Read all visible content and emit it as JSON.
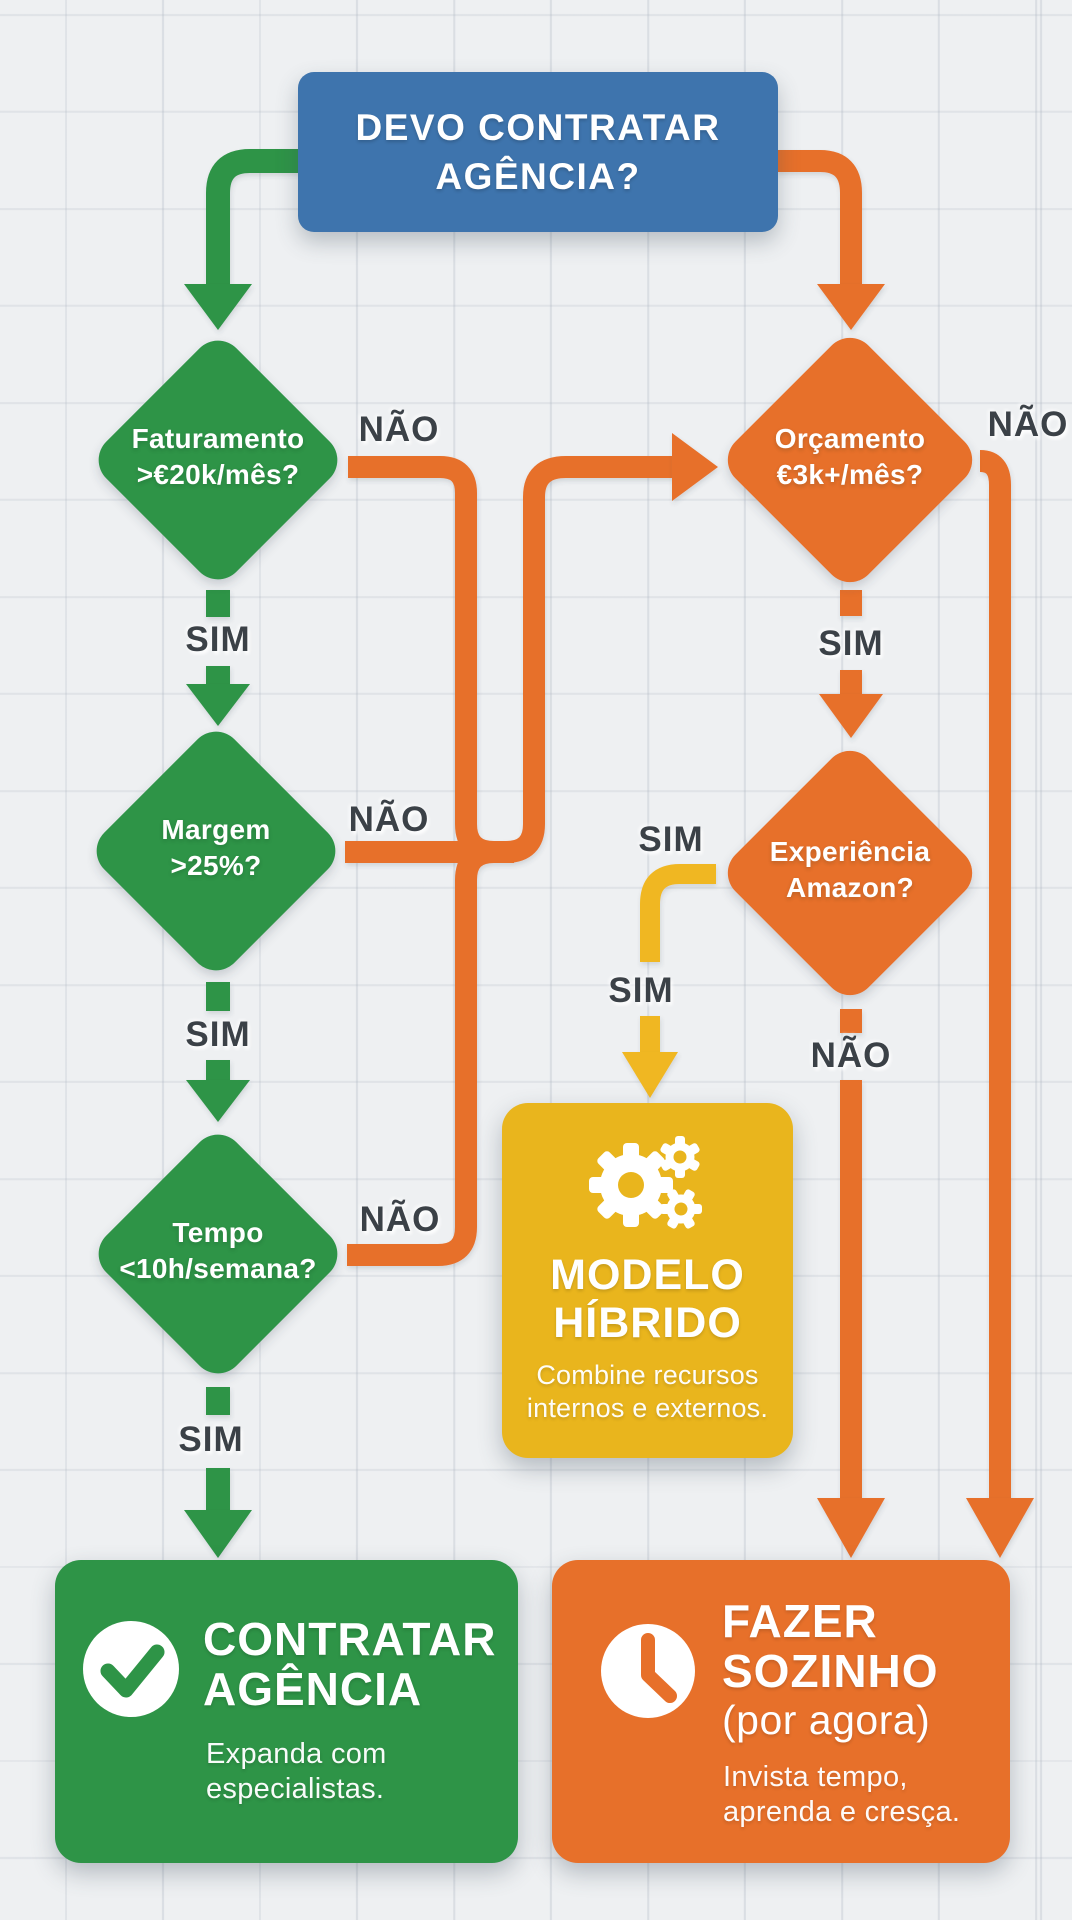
{
  "title": {
    "line1": "DEVO CONTRATAR",
    "line2": "AGÊNCIA?"
  },
  "labels": {
    "yes": "SIM",
    "no": "NÃO"
  },
  "decisions": {
    "faturamento": {
      "line1": "Faturamento",
      "line2": ">€20k/mês?"
    },
    "margem": {
      "line1": "Margem",
      "line2": ">25%?"
    },
    "tempo": {
      "line1": "Tempo",
      "line2": "<10h/semana?"
    },
    "orcamento": {
      "line1": "Orçamento",
      "line2": "€3k+/mês?"
    },
    "experiencia": {
      "line1": "Experiência",
      "line2": "Amazon?"
    }
  },
  "outcomes": {
    "contratar": {
      "title1": "CONTRATAR",
      "title2": "AGÊNCIA",
      "sub1": "Expanda com",
      "sub2": "especialistas.",
      "icon": "check-icon"
    },
    "hibrido": {
      "title1": "MODELO",
      "title2": "HÍBRIDO",
      "sub1": "Combine recursos",
      "sub2": "internos e externos.",
      "icon": "gears-icon"
    },
    "sozinho": {
      "title1": "FAZER",
      "title2": "SOZINHO",
      "title3": "(por agora)",
      "sub1": "Invista tempo,",
      "sub2": "aprenda e cresça.",
      "icon": "clock-icon"
    }
  },
  "colors": {
    "blue": "#3e74ad",
    "green": "#2e9447",
    "orange": "#e7702a",
    "yellow_box": "#e9b51d",
    "yellow_line": "#f0b724",
    "label_text": "#3b4147",
    "background": "#eef0f2"
  }
}
